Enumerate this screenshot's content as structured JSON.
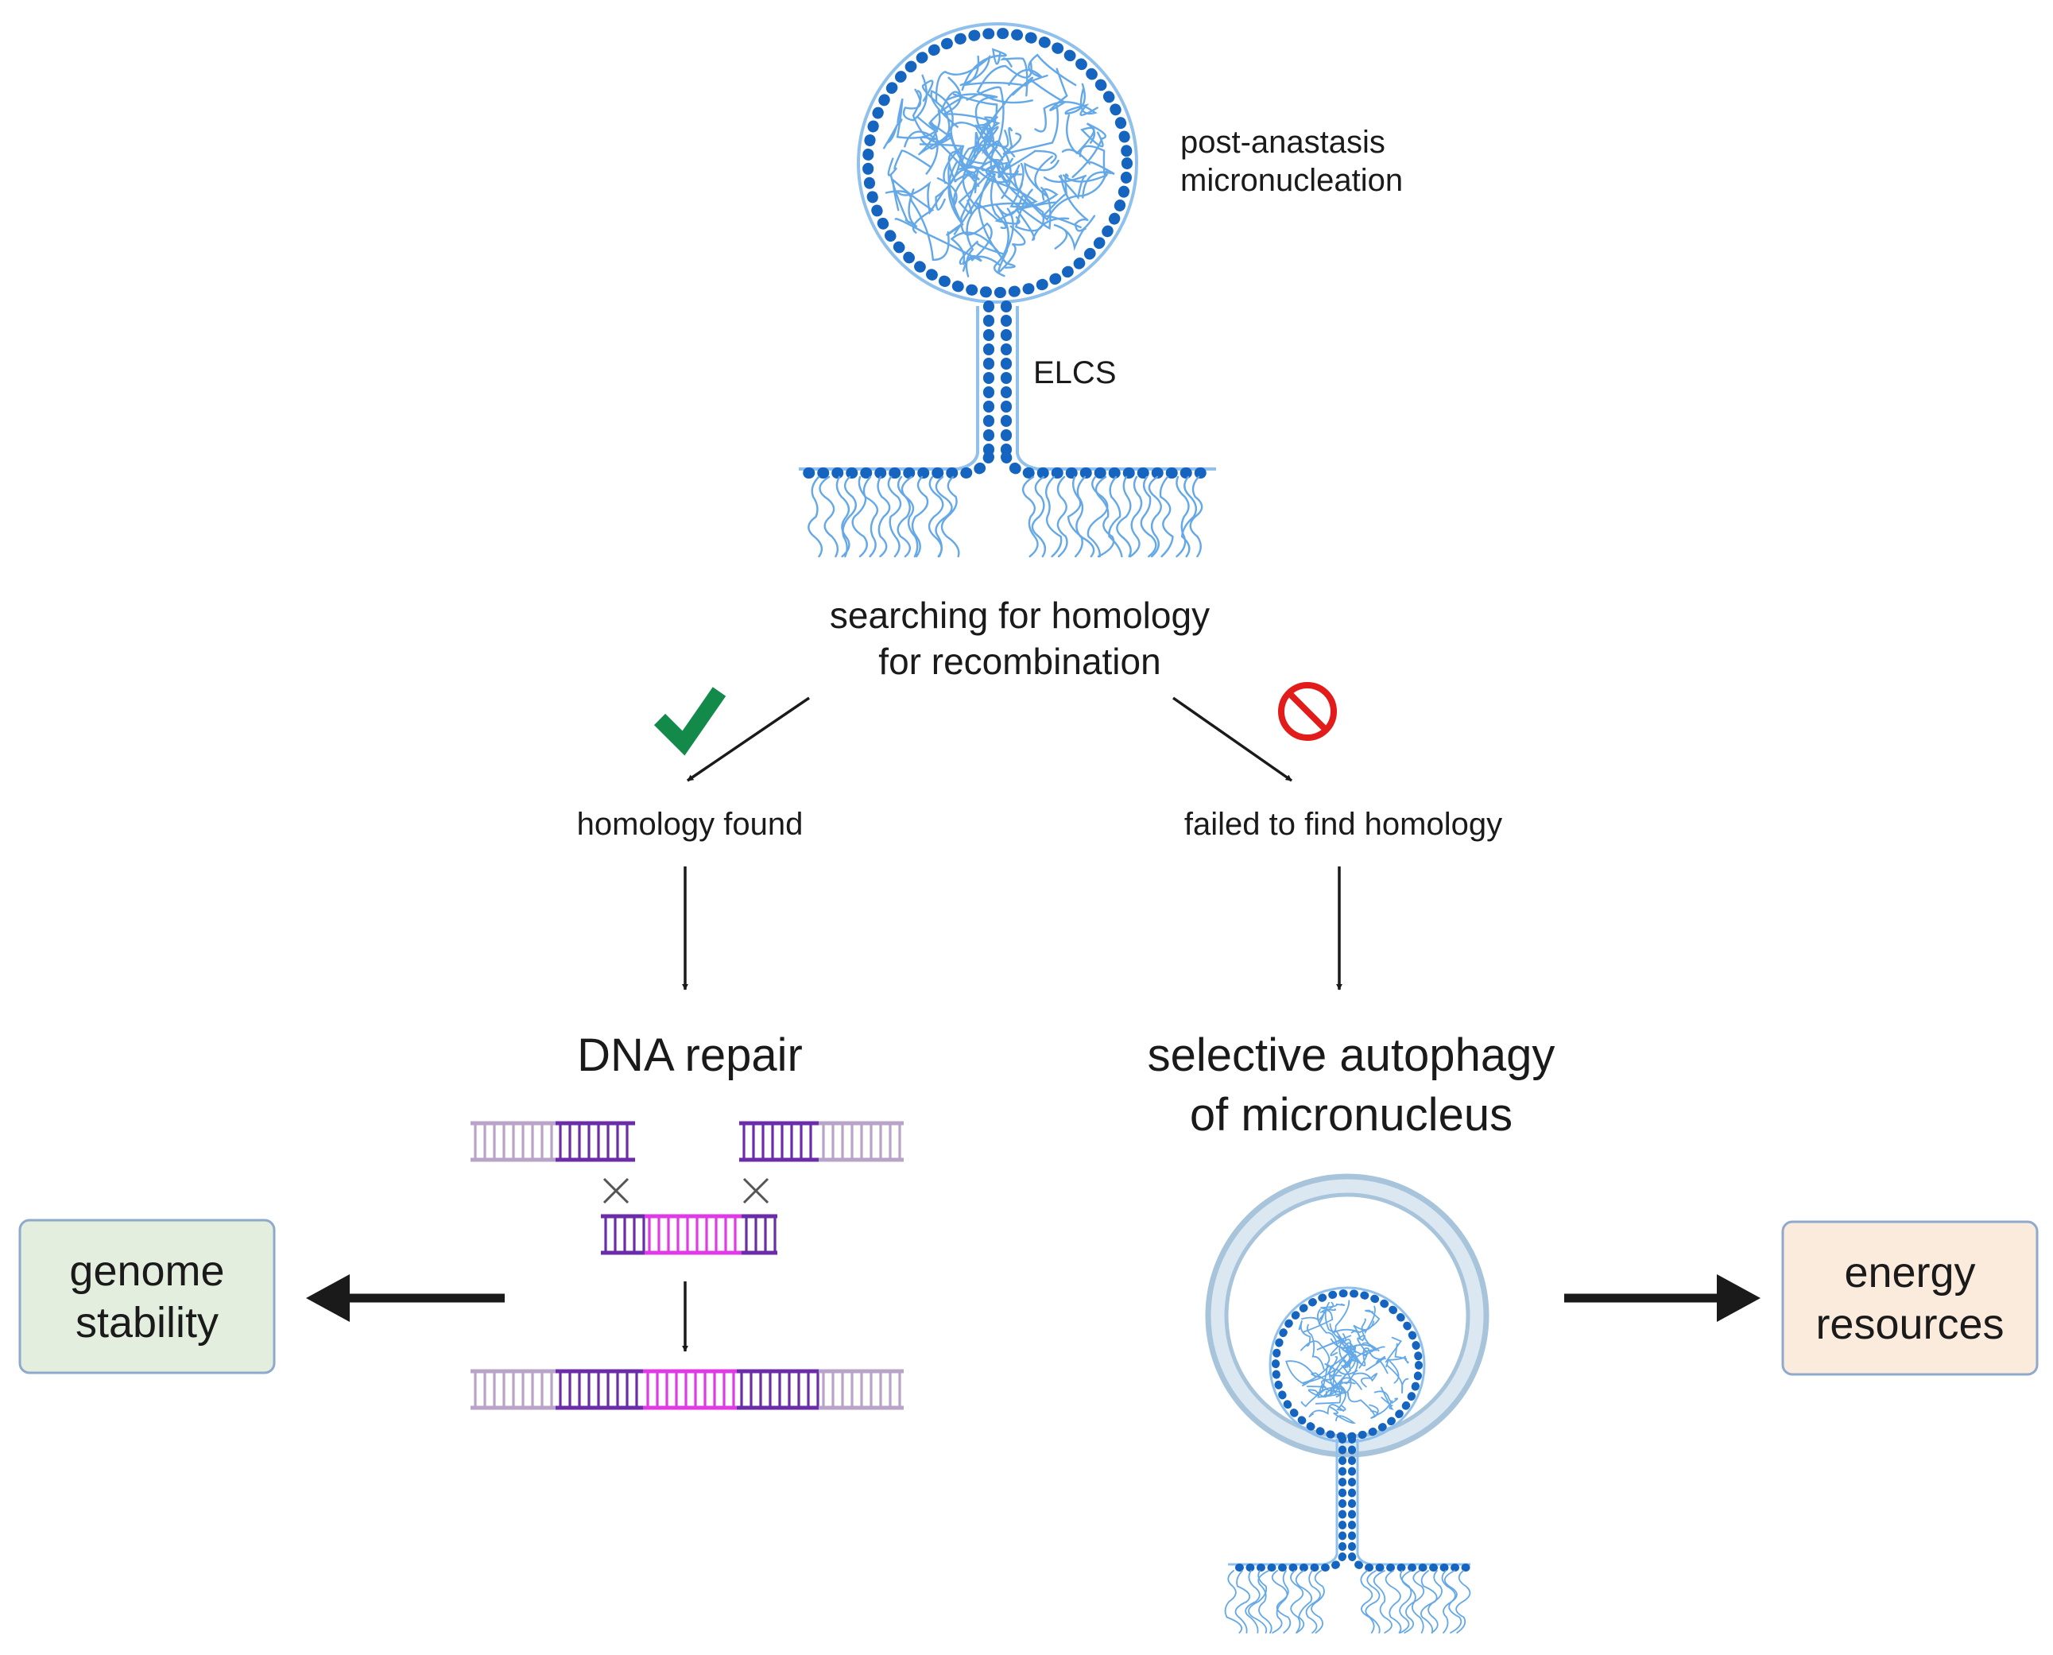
{
  "labels": {
    "micronucleation": [
      "post-anastasis",
      "micronucleation"
    ],
    "elcs": "ELCS",
    "search": [
      "searching for homology",
      "for recombination"
    ],
    "found": "homology found",
    "failed": "failed to find homology",
    "repair": "DNA repair",
    "autophagy": [
      "selective autophagy",
      "of micronucleus"
    ],
    "genome": [
      "genome",
      "stability"
    ],
    "energy": [
      "energy",
      "resources"
    ]
  },
  "colors": {
    "membrane": "#1565c0",
    "chromatin": "#64a8e8",
    "check": "#138a4a",
    "prohibit": "#e21b1b",
    "dna_light": "#b9a3c8",
    "dna_dark": "#6a2ca8",
    "dna_magenta": "#df3ae6",
    "genome_box": "#e3eedf",
    "energy_box": "#fbebdd",
    "box_border": "#8ea9cc"
  },
  "icons": [
    "check-icon",
    "prohibited-icon",
    "cross-icon"
  ]
}
